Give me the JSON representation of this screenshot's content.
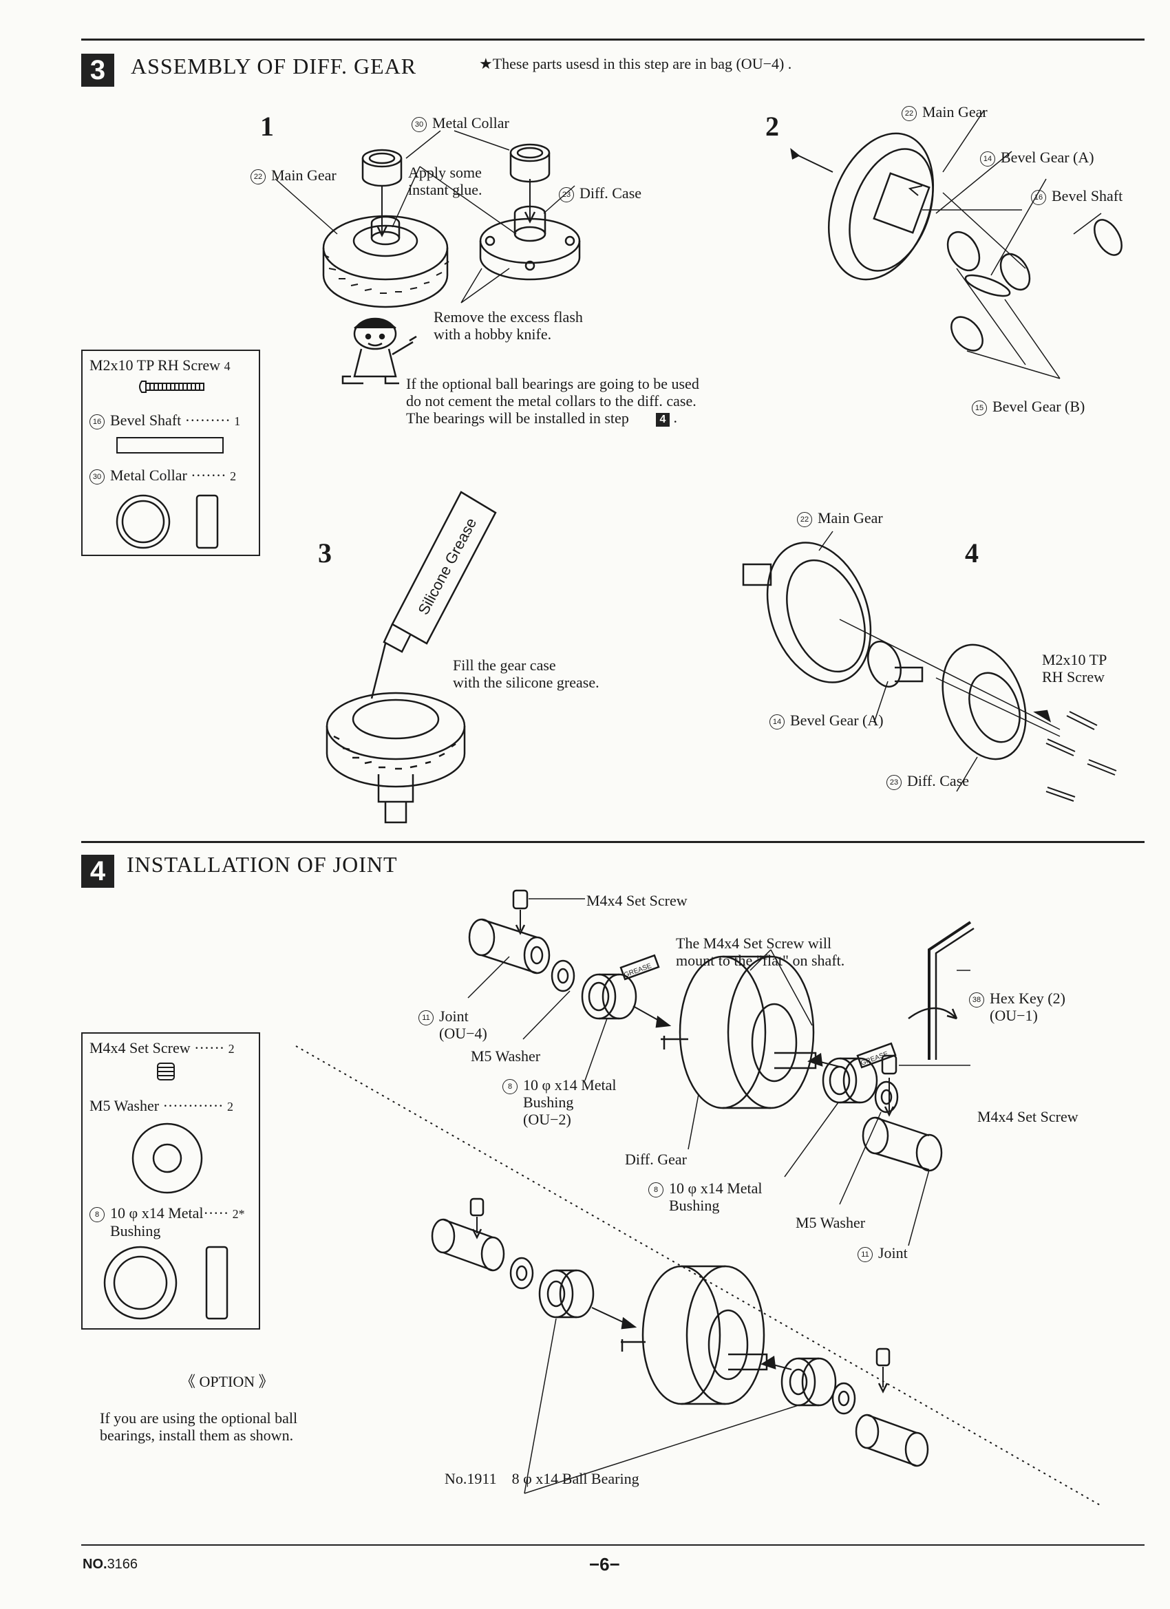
{
  "section3": {
    "number": "3",
    "title": "ASSEMBLY OF DIFF. GEAR",
    "bag_note": "★These parts usesd in this step are in bag (OU−4) .",
    "step1": {
      "num": "1",
      "main_gear_id": "22",
      "main_gear": "Main Gear",
      "metal_collar_id": "30",
      "metal_collar": "Metal Collar",
      "glue_note": "Apply some\ninstant glue.",
      "diff_case_id": "23",
      "diff_case": "Diff. Case",
      "flash_note": "Remove the excess flash\nwith a hobby knife."
    },
    "bearing_note": "If the optional ball bearings are going to be used\ndo not cement the metal collars to the diff. case.\nThe bearings will be installed in step",
    "bearing_step": "4",
    "step2": {
      "num": "2",
      "main_gear_id": "22",
      "main_gear": "Main Gear",
      "bevel_a_id": "14",
      "bevel_a": "Bevel Gear (A)",
      "bevel_shaft_id": "16",
      "bevel_shaft": "Bevel Shaft",
      "bevel_b_id": "15",
      "bevel_b": "Bevel Gear (B)"
    },
    "step3": {
      "num": "3",
      "tube_text": "Silicone Grease",
      "fill_note": "Fill the gear case\nwith the silicone grease."
    },
    "step4": {
      "num": "4",
      "main_gear_id": "22",
      "main_gear": "Main Gear",
      "screw": "M2x10 TP\nRH Screw",
      "bevel_a_id": "14",
      "bevel_a": "Bevel Gear (A)",
      "diff_case_id": "23",
      "diff_case": "Diff. Case"
    },
    "parts": {
      "screw_label": "M2x10 TP RH Screw",
      "screw_qty": "4",
      "shaft_id": "16",
      "shaft_label": "Bevel Shaft ·········",
      "shaft_qty": "1",
      "collar_id": "30",
      "collar_label": "Metal Collar ·······",
      "collar_qty": "2"
    }
  },
  "section4": {
    "number": "4",
    "title": "INSTALLATION OF JOINT",
    "set_screw_top": "M4x4 Set Screw",
    "flat_note": "The M4x4 Set Screw will\nmount to the \"flat\" on shaft.",
    "joint_left_id": "11",
    "joint_left": "Joint\n(OU−4)",
    "washer_left": "M5 Washer",
    "bushing_left_id": "8",
    "bushing_left": "10 φ x14 Metal\nBushing\n(OU−2)",
    "diff_gear": "Diff. Gear",
    "bushing_right_id": "8",
    "bushing_right": "10 φ x14 Metal\nBushing",
    "washer_right": "M5 Washer",
    "joint_right_id": "11",
    "joint_right": "Joint",
    "hex_key_id": "38",
    "hex_key": "Hex Key (2)\n(OU−1)",
    "set_screw_right": "M4x4 Set Screw",
    "grease_tag": "GREASE",
    "option_title": "《 OPTION 》",
    "option_note": "If you are using the optional ball\nbearings, install them as shown.",
    "ball_bearing": "No.1911    8 φ x14 Ball Bearing",
    "parts": {
      "set_screw_label": "M4x4 Set Screw ······",
      "set_screw_qty": "2",
      "washer_label": "M5 Washer ············",
      "washer_qty": "2",
      "bushing_id": "8",
      "bushing_label": "10 φ x14 Metal·····",
      "bushing_label2": "Bushing",
      "bushing_qty": "2*"
    }
  },
  "footer": {
    "model_prefix": "NO.",
    "model_no": "3166",
    "page": "−6−"
  }
}
